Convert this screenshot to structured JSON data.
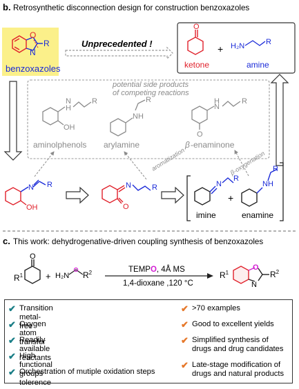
{
  "panel_b": {
    "letter": "b.",
    "title": "Retrosynthetic disconnection design for construction benzoxazoles",
    "benzoxazole_label": "benzoxazoles",
    "unprecedented": "Unprecedented !",
    "ketone_label": "ketone",
    "plus": "+",
    "amine_label": "amine",
    "side_products_line1": "potential side products",
    "side_products_line2": "of competing reactions",
    "aminophenol_label": "aminolphenols",
    "arylamine_label": "arylamine",
    "enaminone_beta": "β",
    "enaminone_rest": "-enaminone",
    "aromatization": "aromatization",
    "oxygenation": "β-oxygenation",
    "imine_label": "imine",
    "enamine_label": "enamine",
    "atoms": {
      "N": "N",
      "O": "O",
      "R": "R",
      "H": "H",
      "NH": "NH",
      "OH": "OH",
      "H2N": "H₂N"
    }
  },
  "panel_c": {
    "letter": "c.",
    "title": "This work: dehydrogenative-driven coupling synthesis of benzoxazoles",
    "reagent_prefix": "TEMP",
    "reagent_o": "O",
    "reagent_suffix": ", 4Å MS",
    "conditions": "1,4-dioxane ,120 °C",
    "r1": "R",
    "r1_sup": "1",
    "r2": "R",
    "r2_sup": "2"
  },
  "features_left": [
    "Transition metal-free",
    "Oxygen atom transfer",
    "Readily available reactants",
    "High functional groups tolerence",
    "Orchestration of mutiple oxidation steps"
  ],
  "features_right": [
    ">70 examples",
    "Good to excellent yields",
    "Simplified synthesis of",
    "drugs and drug candidates",
    "Late-stage modification of",
    "drugs and natural products"
  ],
  "colors": {
    "red": "#e0202a",
    "blue": "#1a2ad8",
    "gray": "#8a8a8a",
    "yellow_box": "#fbf08a",
    "teal_check": "#1a7e86",
    "orange_check": "#e6782a",
    "magenta": "#d21fd2"
  },
  "icons": {
    "check_left": "check-icon",
    "check_right": "check-icon",
    "bullet": "✔"
  }
}
